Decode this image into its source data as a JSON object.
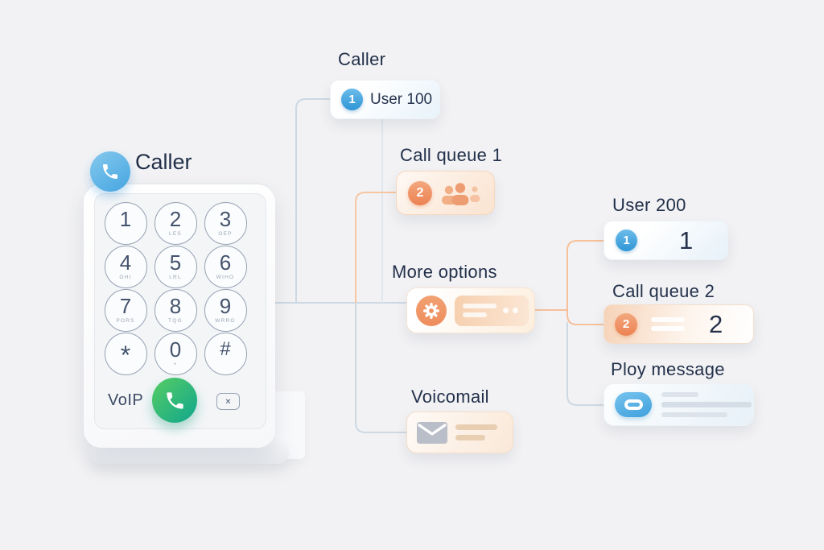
{
  "colors": {
    "background": "#f2f2f4",
    "text_dark": "#22304a",
    "accent_blue": "#41a3dd",
    "accent_orange": "#ef9365",
    "call_green": "#2fbf7c",
    "wire_blue": "#cdd8e3",
    "wire_orange": "#f6c29e"
  },
  "phone": {
    "caller_label": "Caller",
    "voip_label": "VoIP",
    "delete_symbol": "×",
    "keys": [
      {
        "digit": "1",
        "letters": ""
      },
      {
        "digit": "2",
        "letters": "LES"
      },
      {
        "digit": "3",
        "letters": "OEP"
      },
      {
        "digit": "4",
        "letters": "OHI"
      },
      {
        "digit": "5",
        "letters": "LRL"
      },
      {
        "digit": "6",
        "letters": "WIHO"
      },
      {
        "digit": "7",
        "letters": "PORS"
      },
      {
        "digit": "8",
        "letters": "TQG"
      },
      {
        "digit": "9",
        "letters": "WRRO"
      },
      {
        "digit": "*",
        "letters": ""
      },
      {
        "digit": "0",
        "letters": "+"
      },
      {
        "digit": "#",
        "letters": ""
      }
    ]
  },
  "flow": {
    "caller_heading": "Caller",
    "user100": {
      "badge": "1",
      "label": "User 100"
    },
    "call_queue_1": {
      "heading": "Call queue 1",
      "badge": "2"
    },
    "more_options": {
      "heading": "More options"
    },
    "voicemail": {
      "heading": "Voicomail"
    },
    "user200": {
      "heading": "User 200",
      "badge": "1",
      "value": "1"
    },
    "call_queue_2": {
      "heading": "Call queue 2",
      "badge": "2",
      "value": "2"
    },
    "play_message": {
      "heading": "Ploy message"
    }
  }
}
